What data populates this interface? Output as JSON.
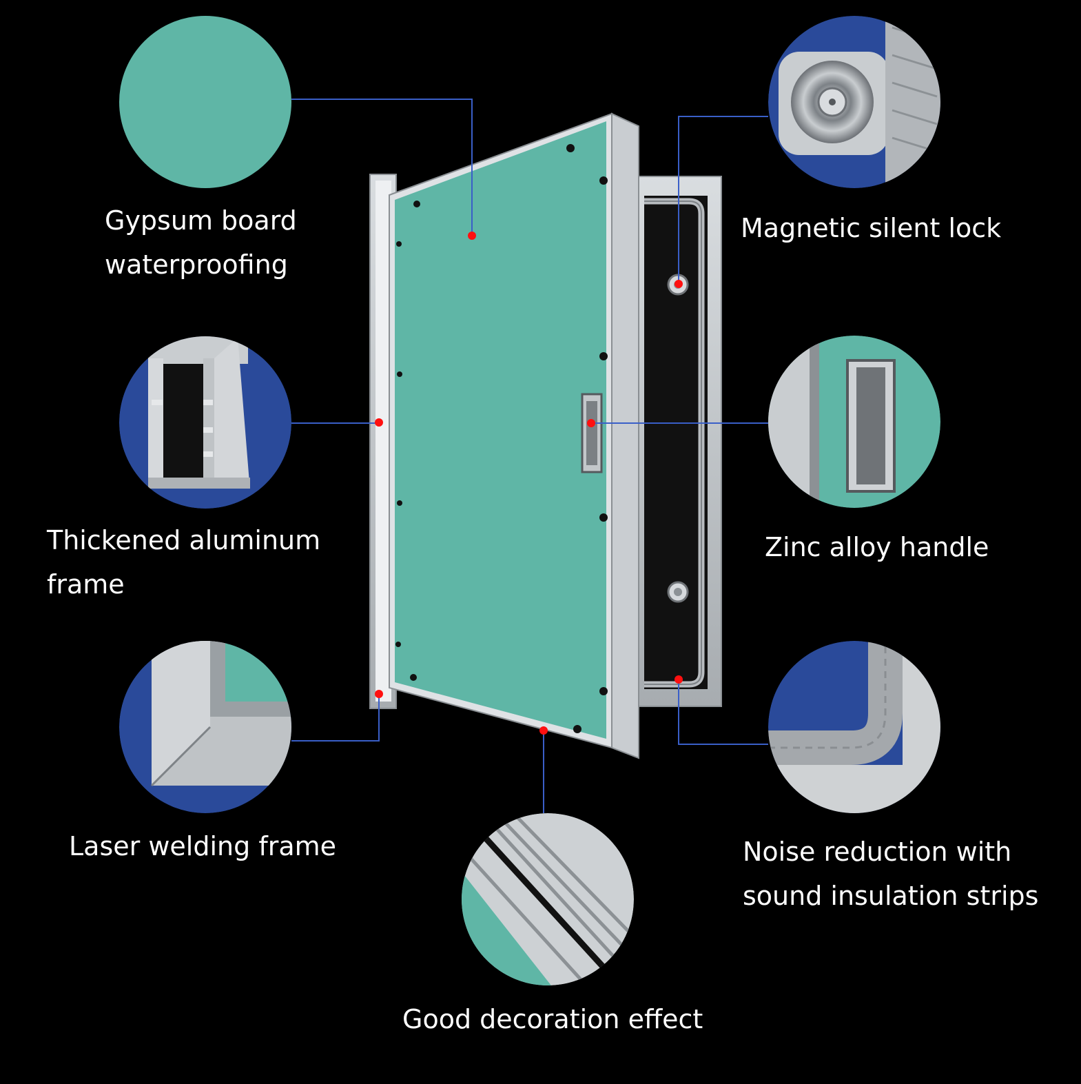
{
  "colors": {
    "background": "#000000",
    "gypsum_green": "#5fb6a6",
    "blue_backdrop": "#2a4a9a",
    "aluminum": "#c8ccd0",
    "leader_line": "#3a5fc8",
    "marker_dot": "#ff1010",
    "text": "#ffffff"
  },
  "features": [
    {
      "id": "gypsum",
      "lines": [
        "Gypsum board",
        "waterproofing"
      ],
      "icon": "gypsum-board-closeup"
    },
    {
      "id": "aluminum",
      "lines": [
        "Thickened aluminum",
        "frame"
      ],
      "icon": "aluminum-profile-closeup"
    },
    {
      "id": "laser",
      "lines": [
        "Laser welding frame"
      ],
      "icon": "welded-corner-closeup"
    },
    {
      "id": "decoration",
      "lines": [
        "Good decoration effect"
      ],
      "icon": "frame-edge-closeup"
    },
    {
      "id": "lock",
      "lines": [
        "Magnetic silent lock"
      ],
      "icon": "magnetic-lock-closeup"
    },
    {
      "id": "handle",
      "lines": [
        "Zinc alloy handle"
      ],
      "icon": "handle-closeup"
    },
    {
      "id": "noise",
      "lines": [
        "Noise reduction with",
        "sound insulation strips"
      ],
      "icon": "insulation-strip-closeup"
    }
  ]
}
